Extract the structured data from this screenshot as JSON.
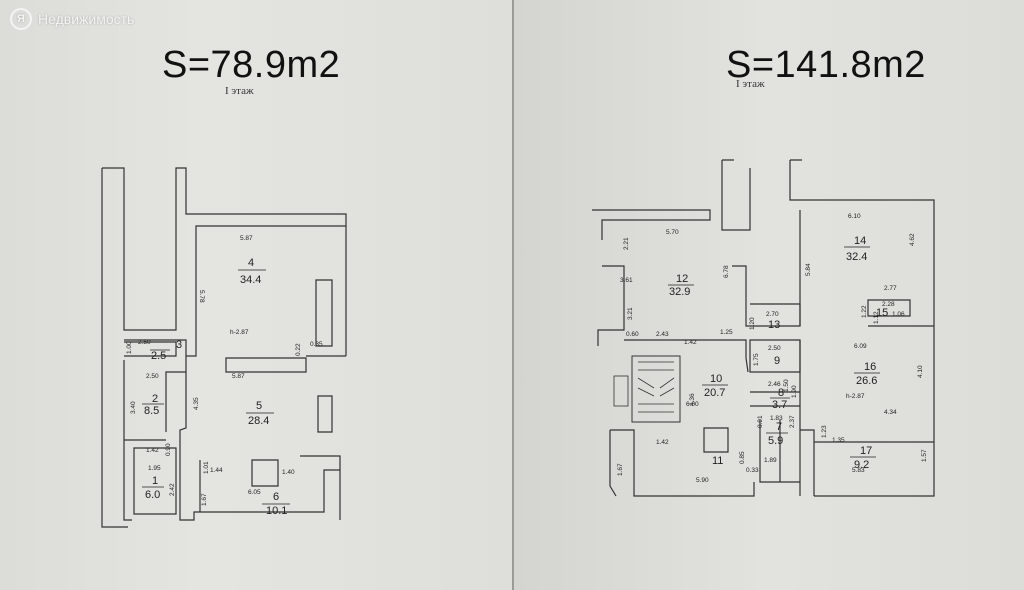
{
  "watermark": {
    "logo": "Я",
    "text": "Недвижимость"
  },
  "left_plan": {
    "area_title": "S=78.9m2",
    "floor_label": "I этаж",
    "ceiling_height": "h-2.87",
    "rooms": [
      {
        "num": "1",
        "area": "6.0"
      },
      {
        "num": "2",
        "area": "8.5"
      },
      {
        "num": "3",
        "area": "2.5"
      },
      {
        "num": "4",
        "area": "34.4"
      },
      {
        "num": "5",
        "area": "28.4"
      },
      {
        "num": "6",
        "area": "10.1"
      }
    ],
    "dimensions": [
      "5.87",
      "5.78",
      "5.87",
      "4.35",
      "2.50",
      "1.00",
      "2.50",
      "3.40",
      "1.42",
      "0.90",
      "1.95",
      "2.42",
      "1.01",
      "1.44",
      "1.40",
      "6.05",
      "1.67",
      "0.35",
      "0.22"
    ]
  },
  "right_plan": {
    "area_title": "S=141.8m2",
    "floor_label": "I этаж",
    "ceiling_height": "h-2.87",
    "rooms": [
      {
        "num": "7",
        "area": "5.9"
      },
      {
        "num": "8",
        "area": "3.7"
      },
      {
        "num": "9",
        "area": ""
      },
      {
        "num": "10",
        "area": "20.7"
      },
      {
        "num": "11",
        "area": ""
      },
      {
        "num": "12",
        "area": "32.9"
      },
      {
        "num": "13",
        "area": ""
      },
      {
        "num": "14",
        "area": "32.4"
      },
      {
        "num": "15",
        "area": ""
      },
      {
        "num": "16",
        "area": "26.6"
      },
      {
        "num": "17",
        "area": "9.2"
      }
    ],
    "dimensions": [
      "5.70",
      "2.21",
      "6.78",
      "3.61",
      "3.21",
      "0.60",
      "2.43",
      "1.42",
      "1.25",
      "2.70",
      "1.20",
      "2.50",
      "1.75",
      "2.46",
      "1.90",
      "4.36",
      "6.00",
      "1.83",
      "2.37",
      "1.23",
      "1.89",
      "1.35",
      "5.90",
      "1.42",
      "1.67",
      "0.33",
      "0.85",
      "6.10",
      "5.84",
      "4.62",
      "2.77",
      "2.28",
      "1.12",
      "1.06",
      "1.22",
      "6.09",
      "4.10",
      "4.34",
      "5.83",
      "1.57",
      "1.50",
      "0.91"
    ]
  }
}
